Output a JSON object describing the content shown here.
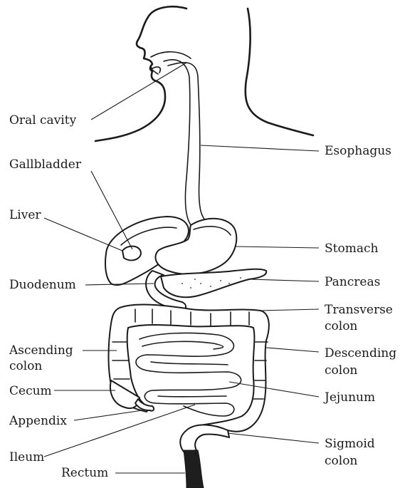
{
  "labels": {
    "oral_cavity": "Oral cavity",
    "gallbladder": "Gallbladder",
    "liver": "Liver",
    "duodenum": "Duodenum",
    "ascending_colon_1": "Ascending",
    "ascending_colon_2": "colon",
    "cecum": "Cecum",
    "appendix": "Appendix",
    "ileum": "Ileum",
    "rectum": "Rectum",
    "esophagus": "Esophagus",
    "stomach": "Stomach",
    "pancreas": "Pancreas",
    "transverse_colon_1": "Transverse",
    "transverse_colon_2": "colon",
    "descending_colon_1": "Descending",
    "descending_colon_2": "colon",
    "jejunum": "Jejunum",
    "sigmoid_colon_1": "Sigmoid",
    "sigmoid_colon_2": "colon"
  }
}
